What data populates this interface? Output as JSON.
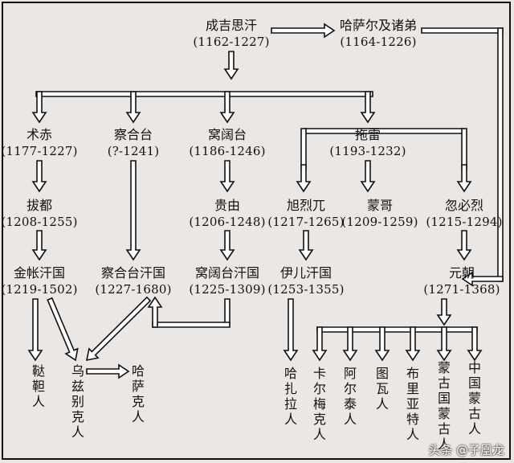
{
  "nodes": {
    "genghis": {
      "name": "成吉思汗",
      "years": "(1162-1227)"
    },
    "qasar": {
      "name": "哈萨尔及诸弟",
      "years": "(1164-1226)"
    },
    "jochi": {
      "name": "术赤",
      "years": "(1177-1227)"
    },
    "chagatai": {
      "name": "察合台",
      "years": "(?-1241)"
    },
    "ogedei": {
      "name": "窝阔台",
      "years": "(1186-1246)"
    },
    "tolui": {
      "name": "拖雷",
      "years": "(1193-1232)"
    },
    "batu": {
      "name": "拔都",
      "years": "(1208-1255)"
    },
    "guyuk": {
      "name": "贵由",
      "years": "(1206-1248)"
    },
    "hulegu": {
      "name": "旭烈兀",
      "years": "(1217-1265)"
    },
    "mongke": {
      "name": "蒙哥",
      "years": "(1209-1259)"
    },
    "kublai": {
      "name": "忽必烈",
      "years": "(1215-1294)"
    },
    "golden_horde": {
      "name": "金帐汗国",
      "years": "(1219-1502)"
    },
    "chagatai_khanate": {
      "name": "察合台汗国",
      "years": "(1227-1680)"
    },
    "ogedei_khanate": {
      "name": "窝阔台汗国",
      "years": "(1225-1309)"
    },
    "ilkhanate": {
      "name": "伊儿汗国",
      "years": "(1253-1355)"
    },
    "yuan": {
      "name": "元朝",
      "years": "(1271-1368)"
    }
  },
  "peoples": {
    "tatar": "鞑靼人",
    "uzbek": "乌兹别克人",
    "kazakh": "哈萨克人",
    "hazara": "哈扎拉人",
    "kalmyk": "卡尔梅克人",
    "altai": "阿尔泰人",
    "tuvan": "图瓦人",
    "buryat": "布里亚特人",
    "mongolian": "蒙古国蒙古人",
    "chinese_mongol": "中国蒙古人"
  },
  "watermark": "头条 @子凰龙",
  "colors": {
    "background": "#ebe7e5",
    "line": "#111111",
    "watermark": "#ffffff"
  }
}
